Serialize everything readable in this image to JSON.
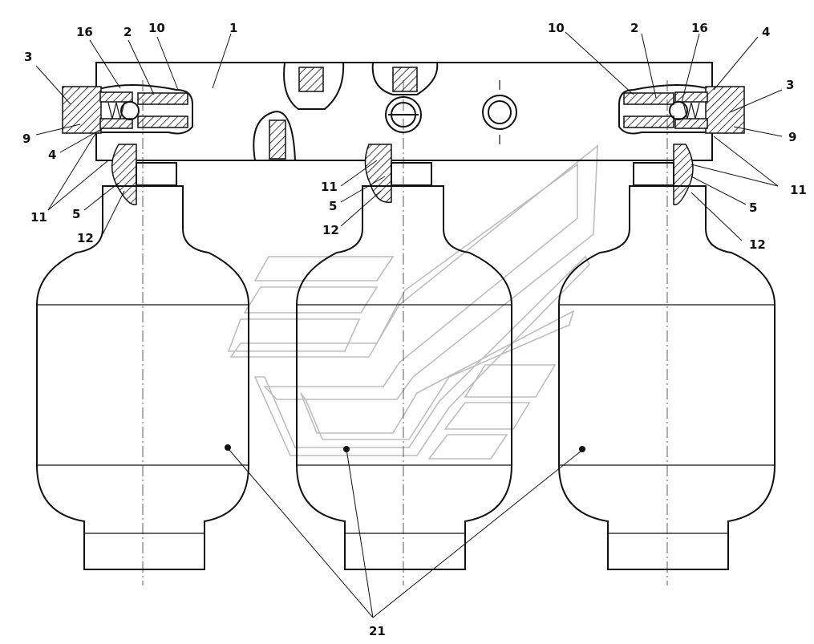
{
  "labels": {
    "l1": "1",
    "l2a": "2",
    "l2b": "2",
    "l3a": "3",
    "l3b": "3",
    "l4a": "4",
    "l4b": "4",
    "l5a": "5",
    "l5b": "5",
    "l5c": "5",
    "l9a": "9",
    "l9b": "9",
    "l10a": "10",
    "l10b": "10",
    "l11a": "11",
    "l11b": "11",
    "l11c": "11",
    "l12a": "12",
    "l12b": "12",
    "l12c": "12",
    "l16a": "16",
    "l16b": "16",
    "l21": "21"
  }
}
